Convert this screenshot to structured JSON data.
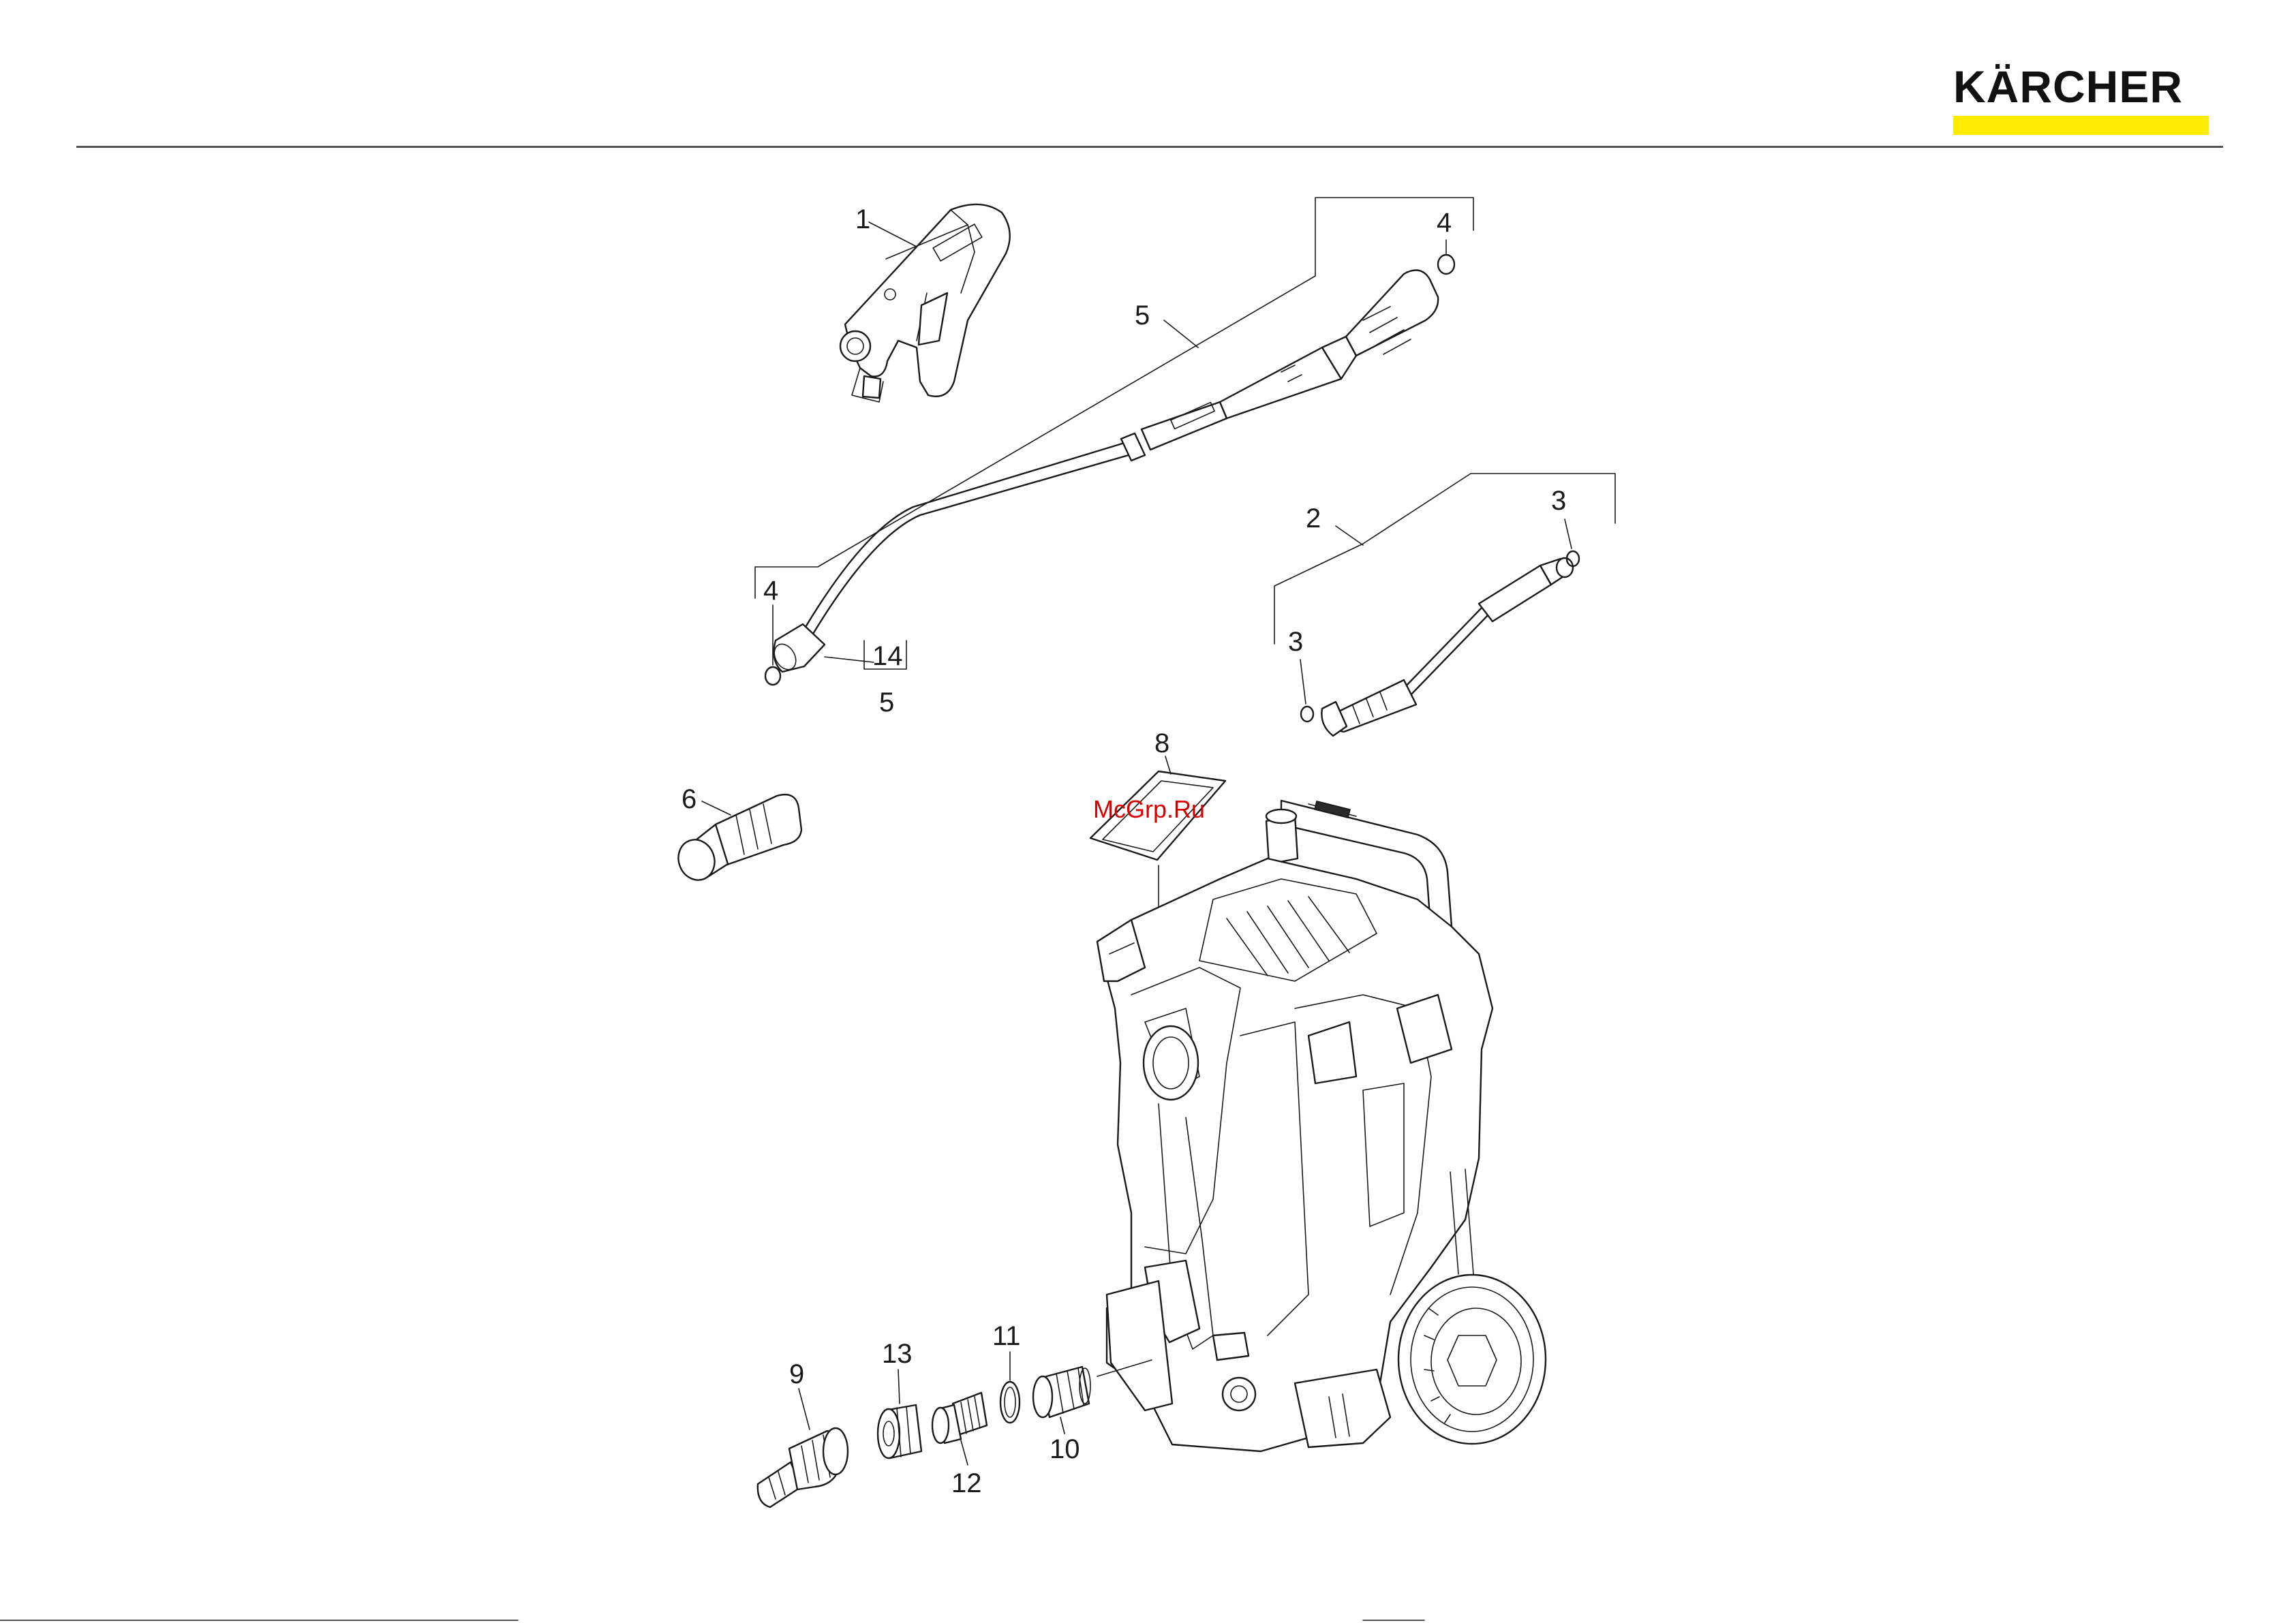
{
  "header": {
    "brand": "KÄRCHER",
    "brand_bar_color": "#ffec00"
  },
  "watermark": "McGrp.Ru",
  "callouts": {
    "c1": "1",
    "c2": "2",
    "c3a": "3",
    "c3b": "3",
    "c4a": "4",
    "c4b": "4",
    "c5a": "5",
    "c5b": "5",
    "c6": "6",
    "c8": "8",
    "c9": "9",
    "c10": "10",
    "c11": "11",
    "c12": "12",
    "c13": "13",
    "c14": "14"
  }
}
